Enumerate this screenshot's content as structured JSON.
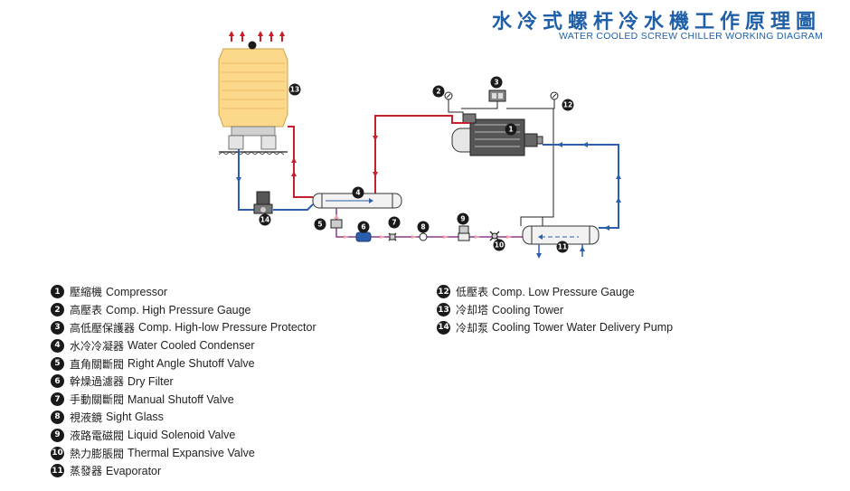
{
  "header": {
    "title_zh": "水冷式螺杆冷水機工作原理圖",
    "title_en": "WATER COOLED SCREW CHILLER WORKING DIAGRAM"
  },
  "legend_left": [
    {
      "num": "1",
      "zh": "壓縮機",
      "en": "Compressor"
    },
    {
      "num": "2",
      "zh": "高壓表",
      "en": "Comp. High Pressure Gauge"
    },
    {
      "num": "3",
      "zh": "高低壓保護器",
      "en": "Comp. High-low Pressure Protector"
    },
    {
      "num": "4",
      "zh": "水冷冷凝器",
      "en": "Water Cooled Condenser"
    },
    {
      "num": "5",
      "zh": "直角關斷閥",
      "en": "Right Angle Shutoff Valve"
    },
    {
      "num": "6",
      "zh": "幹燥過濾器",
      "en": "Dry Filter"
    },
    {
      "num": "7",
      "zh": "手動關斷閥",
      "en": "Manual Shutoff Valve"
    },
    {
      "num": "8",
      "zh": "視液鏡",
      "en": "Sight Glass"
    },
    {
      "num": "9",
      "zh": "液路電磁閥",
      "en": "Liquid Solenoid Valve"
    },
    {
      "num": "10",
      "zh": "熱力膨脹閥",
      "en": "Thermal Expansive Valve"
    },
    {
      "num": "11",
      "zh": "蒸發器",
      "en": "Evaporator"
    }
  ],
  "legend_right": [
    {
      "num": "12",
      "zh": "低壓表",
      "en": "Comp. Low Pressure Gauge"
    },
    {
      "num": "13",
      "zh": "冷却塔",
      "en": "Cooling Tower"
    },
    {
      "num": "14",
      "zh": "冷却泵",
      "en": "Cooling Tower Water Delivery Pump"
    }
  ],
  "diagram_markers": [
    "1",
    "2",
    "3",
    "4",
    "5",
    "6",
    "7",
    "8",
    "9",
    "10",
    "11",
    "12",
    "13",
    "14"
  ],
  "colors": {
    "hot_line": "#c8202a",
    "cold_line": "#2b5fae",
    "liquid_line": "#8a3d8f",
    "pink_arrow": "#f0a0a8",
    "tower_fill": "#fbd88a",
    "title": "#1f5fa8",
    "badge": "#1a1a1a"
  }
}
